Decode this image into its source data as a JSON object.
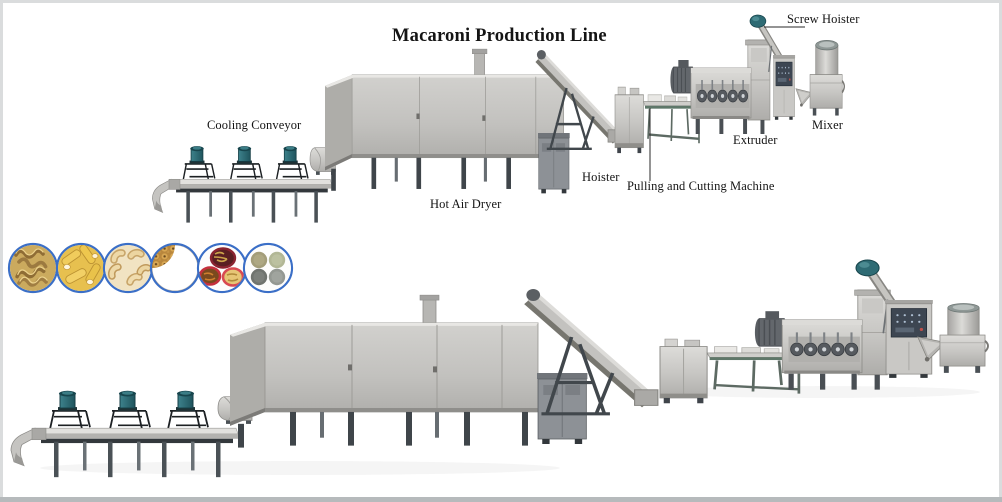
{
  "title": "Macaroni Production Line",
  "labels": {
    "screw_hoister": "Screw Hoister",
    "cooling_conveyor": "Cooling Conveyor",
    "hot_air_dryer": "Hot Air Dryer",
    "hoister": "Hoister",
    "pulling_cutting_machine": "Pulling and Cutting Machine",
    "extruder": "Extruder",
    "mixer": "Mixer"
  },
  "product_samples": [
    "spiral-pasta",
    "penne-tubes",
    "elbow-macaroni",
    "pasta-rings",
    "pasta-sample-bowls",
    "raw-material-plates"
  ],
  "colors": {
    "machine_body": "#c8c7c4",
    "machine_shadow": "#a8a7a4",
    "legs_dark": "#454b50",
    "fan_teal": "#2e6f78",
    "sample_ring_blue": "#3b6fc7",
    "label_text": "#141414"
  }
}
